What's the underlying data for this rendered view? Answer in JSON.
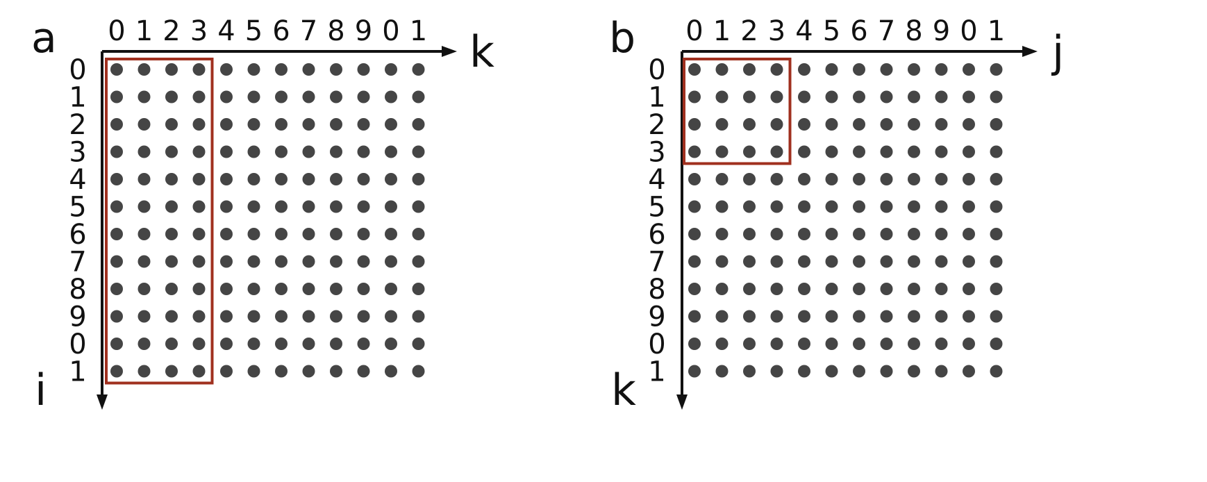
{
  "panels": [
    {
      "id": "a",
      "letter": "a",
      "x_axis_label": "k",
      "y_axis_label": "i",
      "x_ticks": [
        "0",
        "1",
        "2",
        "3",
        "4",
        "5",
        "6",
        "7",
        "8",
        "9",
        "0",
        "1"
      ],
      "y_ticks": [
        "0",
        "1",
        "2",
        "3",
        "4",
        "5",
        "6",
        "7",
        "8",
        "9",
        "0",
        "1"
      ],
      "grid_cols": 12,
      "grid_rows": 12,
      "highlight": {
        "col_start": 0,
        "col_end": 3,
        "row_start": 0,
        "row_end": 11
      }
    },
    {
      "id": "b",
      "letter": "b",
      "x_axis_label": "j",
      "y_axis_label": "k",
      "x_ticks": [
        "0",
        "1",
        "2",
        "3",
        "4",
        "5",
        "6",
        "7",
        "8",
        "9",
        "0",
        "1"
      ],
      "y_ticks": [
        "0",
        "1",
        "2",
        "3",
        "4",
        "5",
        "6",
        "7",
        "8",
        "9",
        "0",
        "1"
      ],
      "grid_cols": 12,
      "grid_rows": 12,
      "highlight": {
        "col_start": 0,
        "col_end": 3,
        "row_start": 0,
        "row_end": 3
      }
    }
  ],
  "colors": {
    "dot": "#454545",
    "highlight": "#a0301f",
    "axis": "#111111"
  }
}
